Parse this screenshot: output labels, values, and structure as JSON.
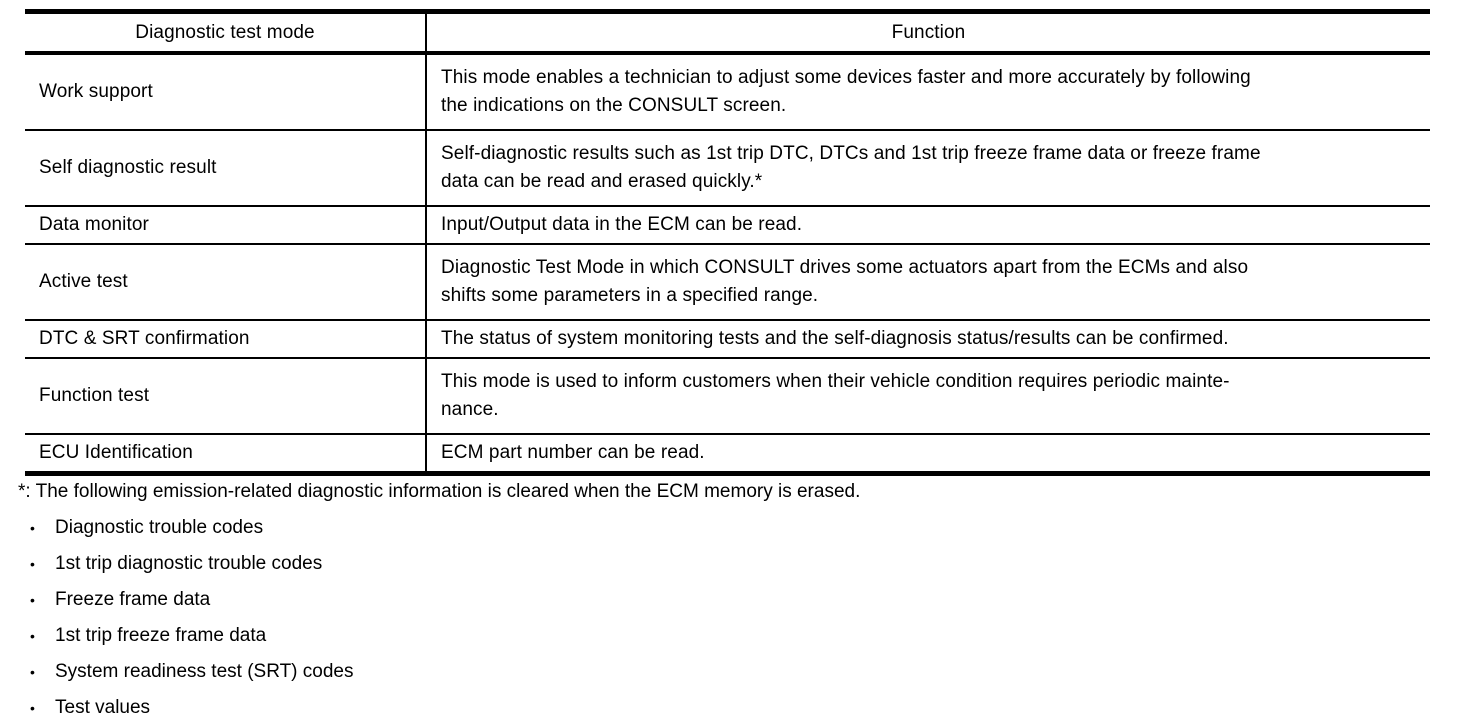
{
  "table": {
    "headers": {
      "mode": "Diagnostic test mode",
      "function": "Function"
    },
    "rows": [
      {
        "mode": "Work support",
        "function": "This mode enables a technician to adjust some devices faster and more accurately by following\nthe indications on the CONSULT screen."
      },
      {
        "mode": "Self diagnostic result",
        "function": "Self-diagnostic results such as 1st trip DTC, DTCs and 1st trip freeze frame data or freeze frame\ndata can be read and erased quickly.*"
      },
      {
        "mode": "Data monitor",
        "function": "Input/Output data in the ECM can be read."
      },
      {
        "mode": "Active test",
        "function": "Diagnostic Test Mode in which CONSULT drives some actuators apart from the ECMs and also\nshifts some parameters in a specified range."
      },
      {
        "mode": "DTC & SRT confirmation",
        "function": "The status of system monitoring tests and the self-diagnosis status/results can be confirmed."
      },
      {
        "mode": "Function test",
        "function": "This mode is used to inform customers when their vehicle condition requires periodic mainte-\nnance."
      },
      {
        "mode": "ECU Identification",
        "function": "ECM part number can be read."
      }
    ]
  },
  "notes": {
    "footnote": "*: The following emission-related diagnostic information is cleared when the ECM memory is erased.",
    "bullets": [
      "Diagnostic trouble codes",
      "1st trip diagnostic trouble codes",
      "Freeze frame data",
      "1st trip freeze frame data",
      "System readiness test (SRT) codes",
      "Test values"
    ]
  },
  "icons": {
    "bullet": "•"
  },
  "colors": {
    "text": "#000000",
    "background": "#ffffff",
    "border": "#000000"
  }
}
